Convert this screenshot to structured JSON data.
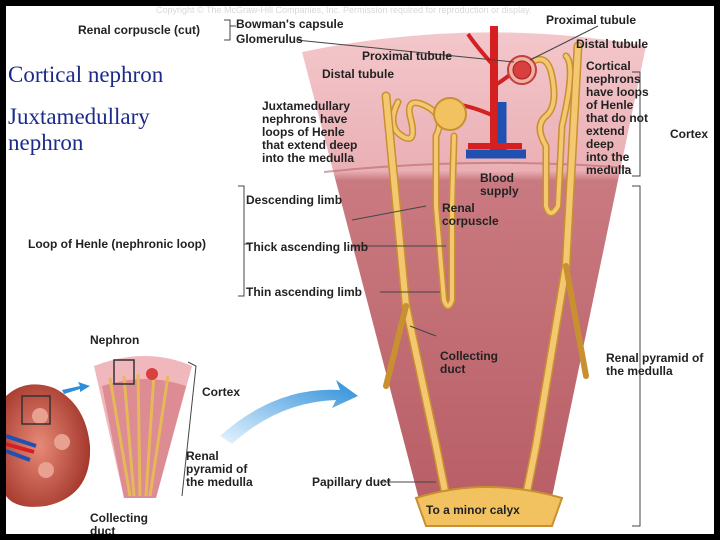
{
  "copyright": "Copyright © The McGraw-Hill Companies, Inc. Permission required for reproduction or display.",
  "slide_titles": {
    "cortical": "Cortical nephron",
    "juxtamedullary": "Juxtamedullary\nnephron"
  },
  "labels": {
    "renal_corpuscle_cut": "Renal corpuscle (cut)",
    "bowmans_capsule": "Bowman's capsule",
    "glomerulus": "Glomerulus",
    "proximal_tubule_top": "Proximal tubule",
    "distal_tubule_right": "Distal tubule",
    "proximal_tubule_mid": "Proximal tubule",
    "distal_tubule_left": "Distal tubule",
    "juxtamedullary_note": "Juxtamedullary\nnephrons have\nloops of Henle\nthat extend deep\ninto the medulla",
    "cortical_note": "Cortical\nnephrons\nhave loops\nof Henle\nthat do not\nextend\ndeep\ninto the\nmedulla",
    "cortex_right": "Cortex",
    "blood_supply": "Blood\nsupply",
    "renal_corpuscle": "Renal\ncorpuscle",
    "descending_limb": "Descending limb",
    "loop_of_henle": "Loop of Henle (nephronic loop)",
    "thick_ascending_limb": "Thick ascending limb",
    "thin_ascending_limb": "Thin ascending limb",
    "collecting_duct": "Collecting\nduct",
    "renal_pyramid_right": "Renal pyramid of\nthe medulla",
    "nephron": "Nephron",
    "cortex_small": "Cortex",
    "renal_pyramid_small": "Renal\npyramid of\nthe medulla",
    "collecting_duct_small": "Collecting\nduct",
    "papillary_duct": "Papillary duct",
    "to_minor_calyx": "To a minor calyx"
  },
  "colors": {
    "cortex": "#f0c0c4",
    "medulla": "#c86a72",
    "tubule": "#f4c870",
    "tubule_outline": "#c89030",
    "artery": "#d42020",
    "vein": "#2050b0",
    "arrow": "#2c8ed8",
    "title_text": "#1c2a8c"
  }
}
